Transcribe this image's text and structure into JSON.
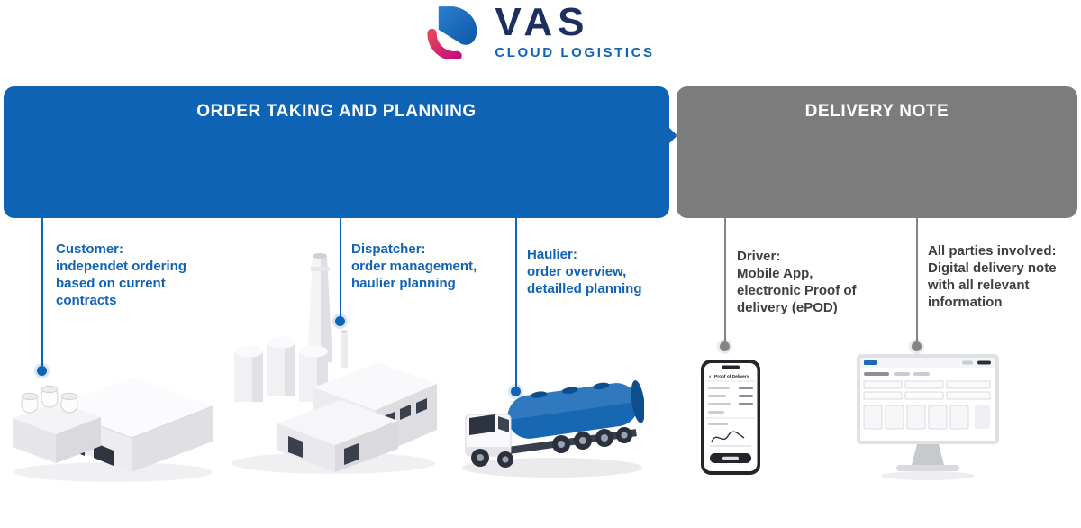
{
  "logo": {
    "brand": "VAS",
    "subtitle": "CLOUD LOGISTICS"
  },
  "sections": [
    {
      "title": "ORDER TAKING AND PLANNING",
      "color": "#0f63b5"
    },
    {
      "title": "DELIVERY NOTE",
      "color": "#7c7c7c"
    }
  ],
  "roles": [
    {
      "name": "Customer:",
      "description": "independet ordering\nbased on current\ncontracts",
      "group": "order-taking"
    },
    {
      "name": "Dispatcher:",
      "description": "order management,\nhaulier planning",
      "group": "order-taking"
    },
    {
      "name": "Haulier:",
      "description": "order overview,\ndetailled planning",
      "group": "order-taking"
    },
    {
      "name": "Driver:",
      "description": "Mobile App,\nelectronic Proof of\ndelivery (ePOD)",
      "group": "delivery-note"
    },
    {
      "name": "All parties involved:",
      "description": "Digital delivery note\nwith all relevant\ninformation",
      "group": "delivery-note"
    }
  ],
  "illustrations": {
    "customer": "warehouse-building",
    "dispatcher": "factory-plant",
    "haulier": "tanker-truck",
    "driver": "smartphone-epod-app",
    "all_parties": "desktop-monitor-delivery-note"
  },
  "phone": {
    "app_title": "Proof of Delivery"
  },
  "colors": {
    "primary_blue": "#0f63b5",
    "gray": "#7c7c7c",
    "logo_navy": "#1d2f5f",
    "logo_pink": "#d8256f",
    "text_dark": "#3f3f41",
    "truck_blue": "#1767b2"
  }
}
